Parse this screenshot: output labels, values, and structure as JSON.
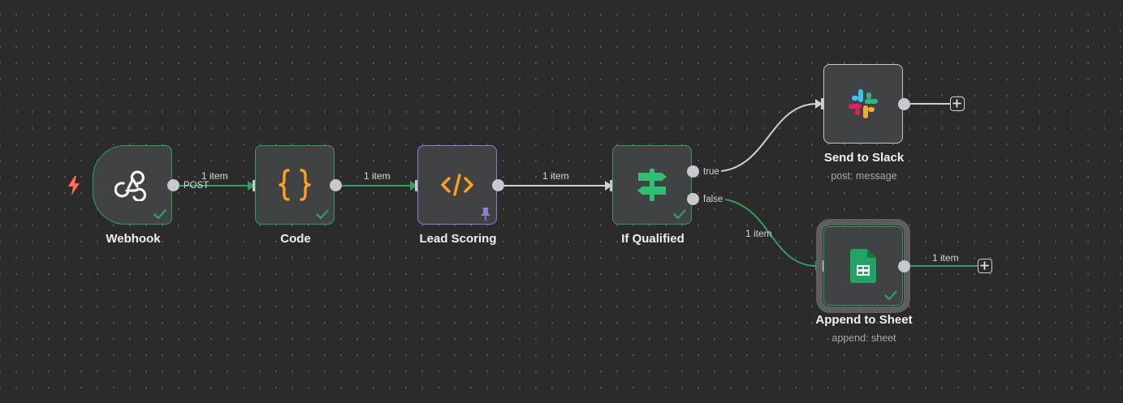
{
  "nodes": {
    "webhook": {
      "name": "Webhook",
      "method_badge": "POST"
    },
    "code": {
      "name": "Code"
    },
    "lead_scoring": {
      "name": "Lead Scoring"
    },
    "if_qualified": {
      "name": "If Qualified",
      "true_label": "true",
      "false_label": "false"
    },
    "send_to_slack": {
      "name": "Send to Slack",
      "subtitle": "post: message"
    },
    "append_to_sheet": {
      "name": "Append to Sheet",
      "subtitle": "append: sheet"
    }
  },
  "edges": {
    "webhook_to_code": "1 item",
    "code_to_lead_scoring": "1 item",
    "lead_scoring_to_if": "1 item",
    "if_false_to_sheet": "1 item",
    "sheet_output": "1 item"
  },
  "colors": {
    "canvas": "#2b2b2b",
    "node_fill": "#414244",
    "success_green": "#2f9e5f",
    "pinned_purple": "#8a7fd4",
    "trigger_red": "#ff6d5a",
    "code_orange": "#ff9f1c"
  }
}
